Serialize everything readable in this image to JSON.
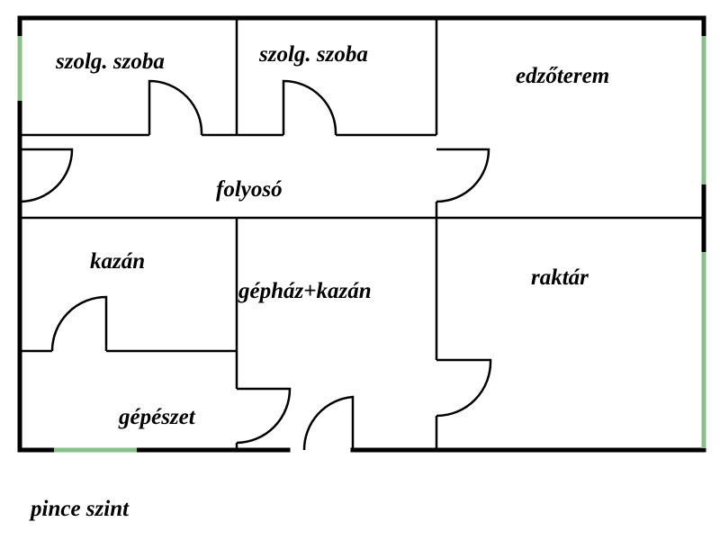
{
  "colors": {
    "wall": "#000000",
    "window": "#88c08a",
    "background": "#ffffff"
  },
  "rooms": {
    "staff_room_1": "szolg. szoba",
    "staff_room_2": "szolg. szoba",
    "gym": "edzőterem",
    "corridor": "folyosó",
    "boiler": "kazán",
    "machine_room_boiler": "gépház+kazán",
    "storage": "raktár",
    "mechanical": "gépészet"
  },
  "floor_caption": "pince szint"
}
